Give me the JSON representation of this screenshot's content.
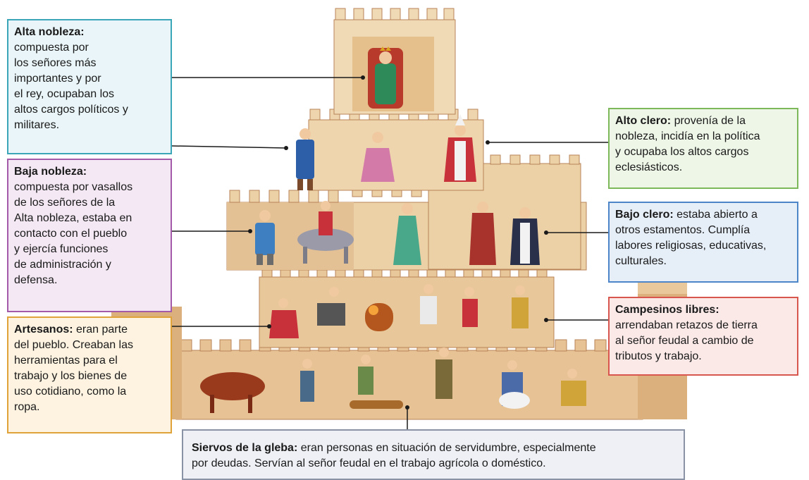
{
  "diagram": {
    "palette": {
      "wall": "#e8c79a",
      "wall_dark": "#c9986a",
      "wall_shadow": "#b98458",
      "alta": "#3ba6b8",
      "baja": "#a35aa8",
      "artesanos": "#e0a33a",
      "alto_clero": "#7db95a",
      "bajo_clero": "#4d86c8",
      "campesinos": "#d9564e",
      "siervos": "#8a93a6"
    },
    "alta_nobleza": {
      "title": "Alta nobleza:",
      "lines": [
        "compuesta por",
        "los señores más",
        "importantes y por",
        "el rey, ocupaban los",
        "altos cargos políticos y",
        "militares."
      ]
    },
    "baja_nobleza": {
      "title": "Baja nobleza:",
      "lines": [
        "compuesta por vasallos",
        "de los señores de la",
        "Alta nobleza, estaba en",
        "contacto con el pueblo",
        "y ejercía funciones",
        "de administración y",
        "defensa."
      ]
    },
    "artesanos": {
      "title": "Artesanos:",
      "first": " eran parte",
      "lines": [
        "del pueblo. Creaban las",
        "herramientas para el",
        "trabajo y los bienes de",
        "uso cotidiano, como la",
        "ropa."
      ]
    },
    "alto_clero": {
      "title": "Alto clero:",
      "first": " provenía de la",
      "lines": [
        "nobleza, incidía en la política",
        "y ocupaba los altos cargos",
        "eclesiásticos."
      ]
    },
    "bajo_clero": {
      "title": "Bajo clero:",
      "first": " estaba abierto a",
      "lines": [
        "otros estamentos. Cumplía",
        "labores religiosas, educativas,",
        "culturales."
      ]
    },
    "campesinos": {
      "title": "Campesinos libres:",
      "lines": [
        "arrendaban retazos de tierra",
        "al señor feudal a cambio de",
        "tributos y trabajo."
      ]
    },
    "siervos": {
      "title": "Siervos de la gleba:",
      "first": " eran personas en situación de servidumbre, especialmente",
      "lines": [
        "por deudas. Servían al señor feudal en el trabajo agrícola o doméstico."
      ]
    }
  }
}
